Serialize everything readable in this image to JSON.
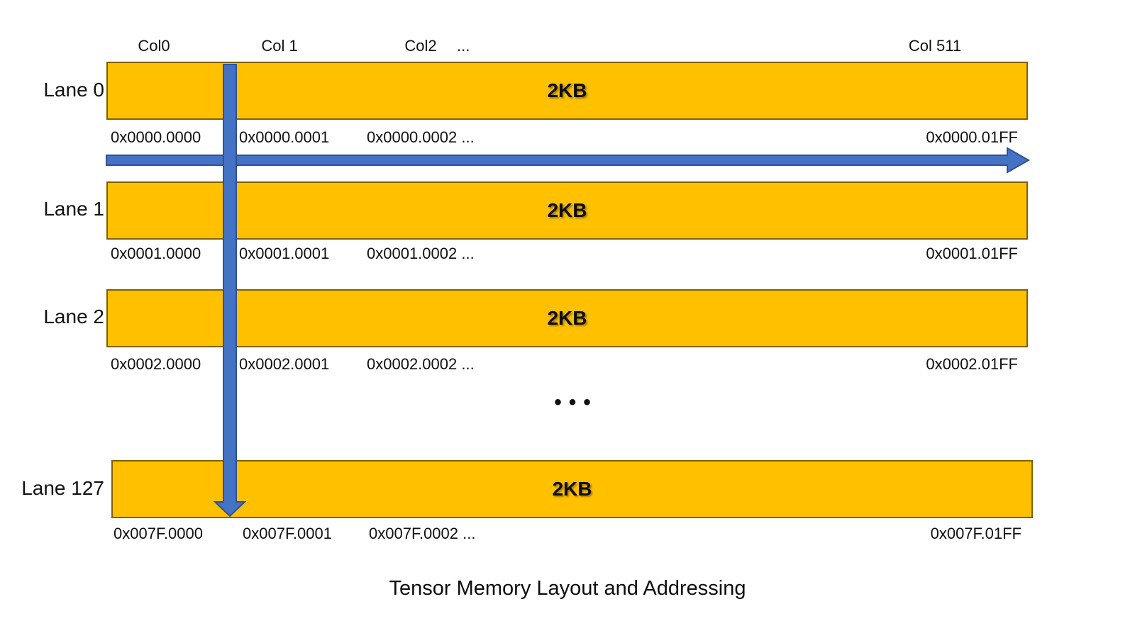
{
  "title": "Tensor Memory Layout and Addressing",
  "colors": {
    "bar_fill": "#FFC000",
    "bar_border": "#806000",
    "arrow_fill": "#4472C4",
    "arrow_border": "#2F528F"
  },
  "column_headers": {
    "col0": "Col0",
    "col1": "Col 1",
    "col2": "Col2",
    "dots": "...",
    "col511": "Col 511"
  },
  "row_ellipsis": "•••",
  "lanes": [
    {
      "label": "Lane 0",
      "size": "2KB",
      "addresses": [
        "0x0000.0000",
        "0x0000.0001",
        "0x0000.0002 ...",
        "0x0000.01FF"
      ]
    },
    {
      "label": "Lane 1",
      "size": "2KB",
      "addresses": [
        "0x0001.0000",
        "0x0001.0001",
        "0x0001.0002 ...",
        "0x0001.01FF"
      ]
    },
    {
      "label": "Lane 2",
      "size": "2KB",
      "addresses": [
        "0x0002.0000",
        "0x0002.0001",
        "0x0002.0002 ...",
        "0x0002.01FF"
      ]
    },
    {
      "label": "Lane 127",
      "size": "2KB",
      "addresses": [
        "0x007F.0000",
        "0x007F.0001",
        "0x007F.0002 ...",
        "0x007F.01FF"
      ]
    }
  ],
  "icons": {
    "horizontal_arrow": "right-arrow-icon",
    "vertical_arrow": "down-arrow-icon"
  }
}
